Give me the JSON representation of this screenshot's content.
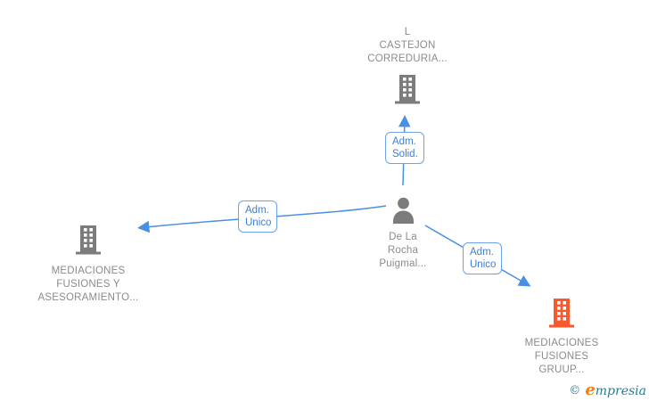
{
  "diagram": {
    "nodes": {
      "top_company": {
        "type": "company",
        "icon": "building-icon",
        "icon_color": "#7c7c7c",
        "label_lines": [
          "L",
          "CASTEJON",
          "CORREDURIA..."
        ]
      },
      "left_company": {
        "type": "company",
        "icon": "building-icon",
        "icon_color": "#7c7c7c",
        "label_lines": [
          "MEDIACIONES",
          "FUSIONES Y",
          "ASESORAMIENTO..."
        ]
      },
      "person": {
        "type": "person",
        "icon": "person-icon",
        "icon_color": "#7c7c7c",
        "label_lines": [
          "De La",
          "Rocha",
          "Puigmal..."
        ]
      },
      "right_company": {
        "type": "company",
        "icon": "building-icon",
        "icon_color": "#fa5a2b",
        "label_lines": [
          "MEDIACIONES",
          "FUSIONES",
          "GRUUP..."
        ]
      }
    },
    "edges": [
      {
        "from": "person",
        "to": "top_company",
        "label_lines": [
          "Adm.",
          "Solid."
        ]
      },
      {
        "from": "person",
        "to": "left_company",
        "label_lines": [
          "Adm.",
          "Unico"
        ]
      },
      {
        "from": "person",
        "to": "right_company",
        "label_lines": [
          "Adm.",
          "Unico"
        ]
      }
    ],
    "colors": {
      "edge_blue": "#4a90e2",
      "edge_label_text": "#3c7ed8",
      "edge_label_border": "#6ba3ea",
      "node_text": "#8b8b8b",
      "gray_icon": "#7c7c7c",
      "orange_icon": "#fa5a2b",
      "background": "#ffffff"
    }
  },
  "footer": {
    "copyright": "©",
    "brand_first_letter": "e",
    "brand_rest": "mpresia"
  }
}
